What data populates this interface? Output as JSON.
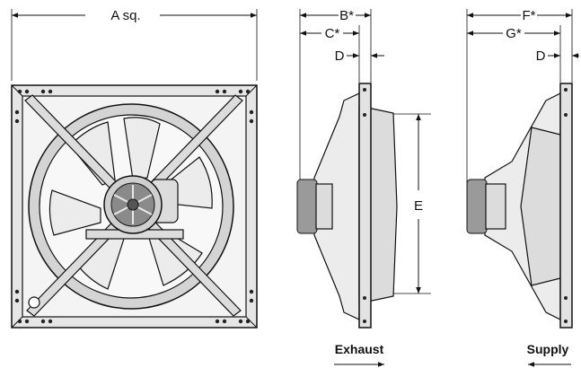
{
  "labels": {
    "a": "A sq.",
    "b": "B*",
    "c": "C*",
    "d1": "D",
    "e": "E",
    "f": "F*",
    "g": "G*",
    "d2": "D"
  },
  "captions": {
    "exhaust": "Exhaust",
    "supply": "Supply"
  }
}
